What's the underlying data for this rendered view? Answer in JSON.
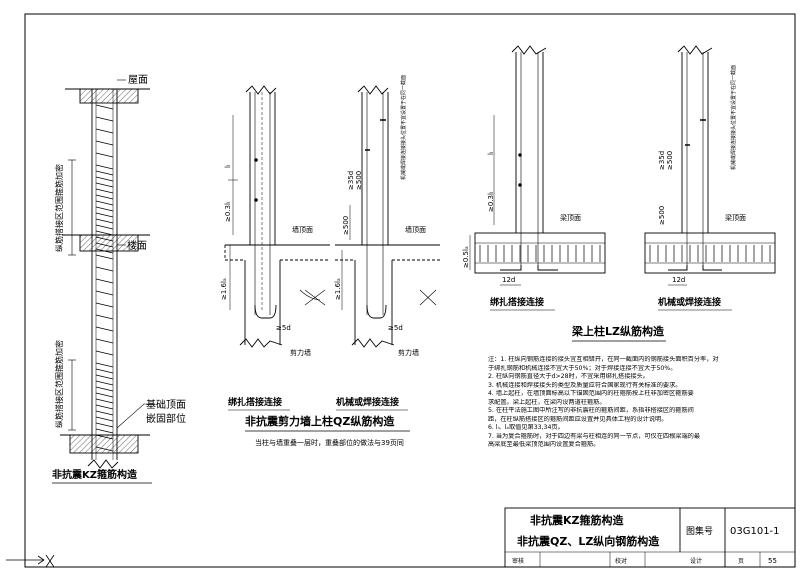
{
  "labels": {
    "roof": "屋面",
    "floor": "楼面",
    "foundation_line1": "基础顶面",
    "foundation_line2": "嵌固部位",
    "dense_upper": "纵筋搭接区范围箍筋加密",
    "dense_lower": "纵筋搭接区范围箍筋加密",
    "wall_top": "墙顶面",
    "beam_top": "梁顶面",
    "shear_wall": "剪力墙",
    "mech_note": "机械或焊接连接接头位置不宜设置于在同一截面"
  },
  "dims": {
    "ll": "lₗ",
    "ge03ll": "≥0.3lₗ",
    "ge35d": "≥35d",
    "ge500": "≥500",
    "ge16la": "≥1.6lₐ",
    "ge5d": "≥5d",
    "ge05la": "≥0.5lₐ",
    "d12": "12d"
  },
  "captions": {
    "kz_stirrup": "非抗震KZ箍筋构造",
    "lap_1": "绑扎搭接连接",
    "mech_1": "机械或焊接连接",
    "qz_title": "非抗震剪力墙上柱QZ纵筋构造",
    "qz_sub": "当柱与墙重叠一层时，重叠部位的做法与39页同",
    "lap_2": "绑扎搭接连接",
    "mech_2": "机械或焊接连接",
    "lz_title": "梁上柱LZ纵筋构造"
  },
  "notes": [
    "注：1. 柱纵向钢筋连接的接头宜互相错开，在同一截面内的钢筋接头面积百分率，对",
    "         于绑扎钢筋和机械连接不宜大于50%；对于焊接连接不宜大于50%。",
    "     2. 柱纵向钢筋直径大于d>28时，不宜采用绑扎搭接接头。",
    "     3. 机械连接和焊接接头的类型及质量应符合国家现行有关标准的要求。",
    "     4. 墙上起柱，在墙顶面标高以下锚固范围内的柱箍筋按上柱非加密区箍筋要",
    "         求配置。梁上起柱，在梁内设两道柱箍筋。",
    "     5. 在柱平法施工图中所注写的非抗震柱的箍筋间距，系指非搭接区的箍筋间",
    "         距，在柱纵筋搭接区的箍筋间距应设置并见具体工程的设计说明。",
    "     6. lₗ、lₐ取值见第33,34页。",
    "     7. 当为复合箍筋时，对于四边有梁与柱相连的同一节点，可仅在四根梁端的最",
    "         高梁底至最低梁顶范围内设置复合箍筋。"
  ],
  "title_block": {
    "title_1": "非抗震KZ箍筋构造",
    "title_2": "非抗震QZ、LZ纵向钢筋构造",
    "atlas_label": "图集号",
    "atlas_no": "03G101-1",
    "page_label": "页",
    "page_no": "55",
    "review": "审核",
    "check": "校对",
    "design": "设计"
  }
}
